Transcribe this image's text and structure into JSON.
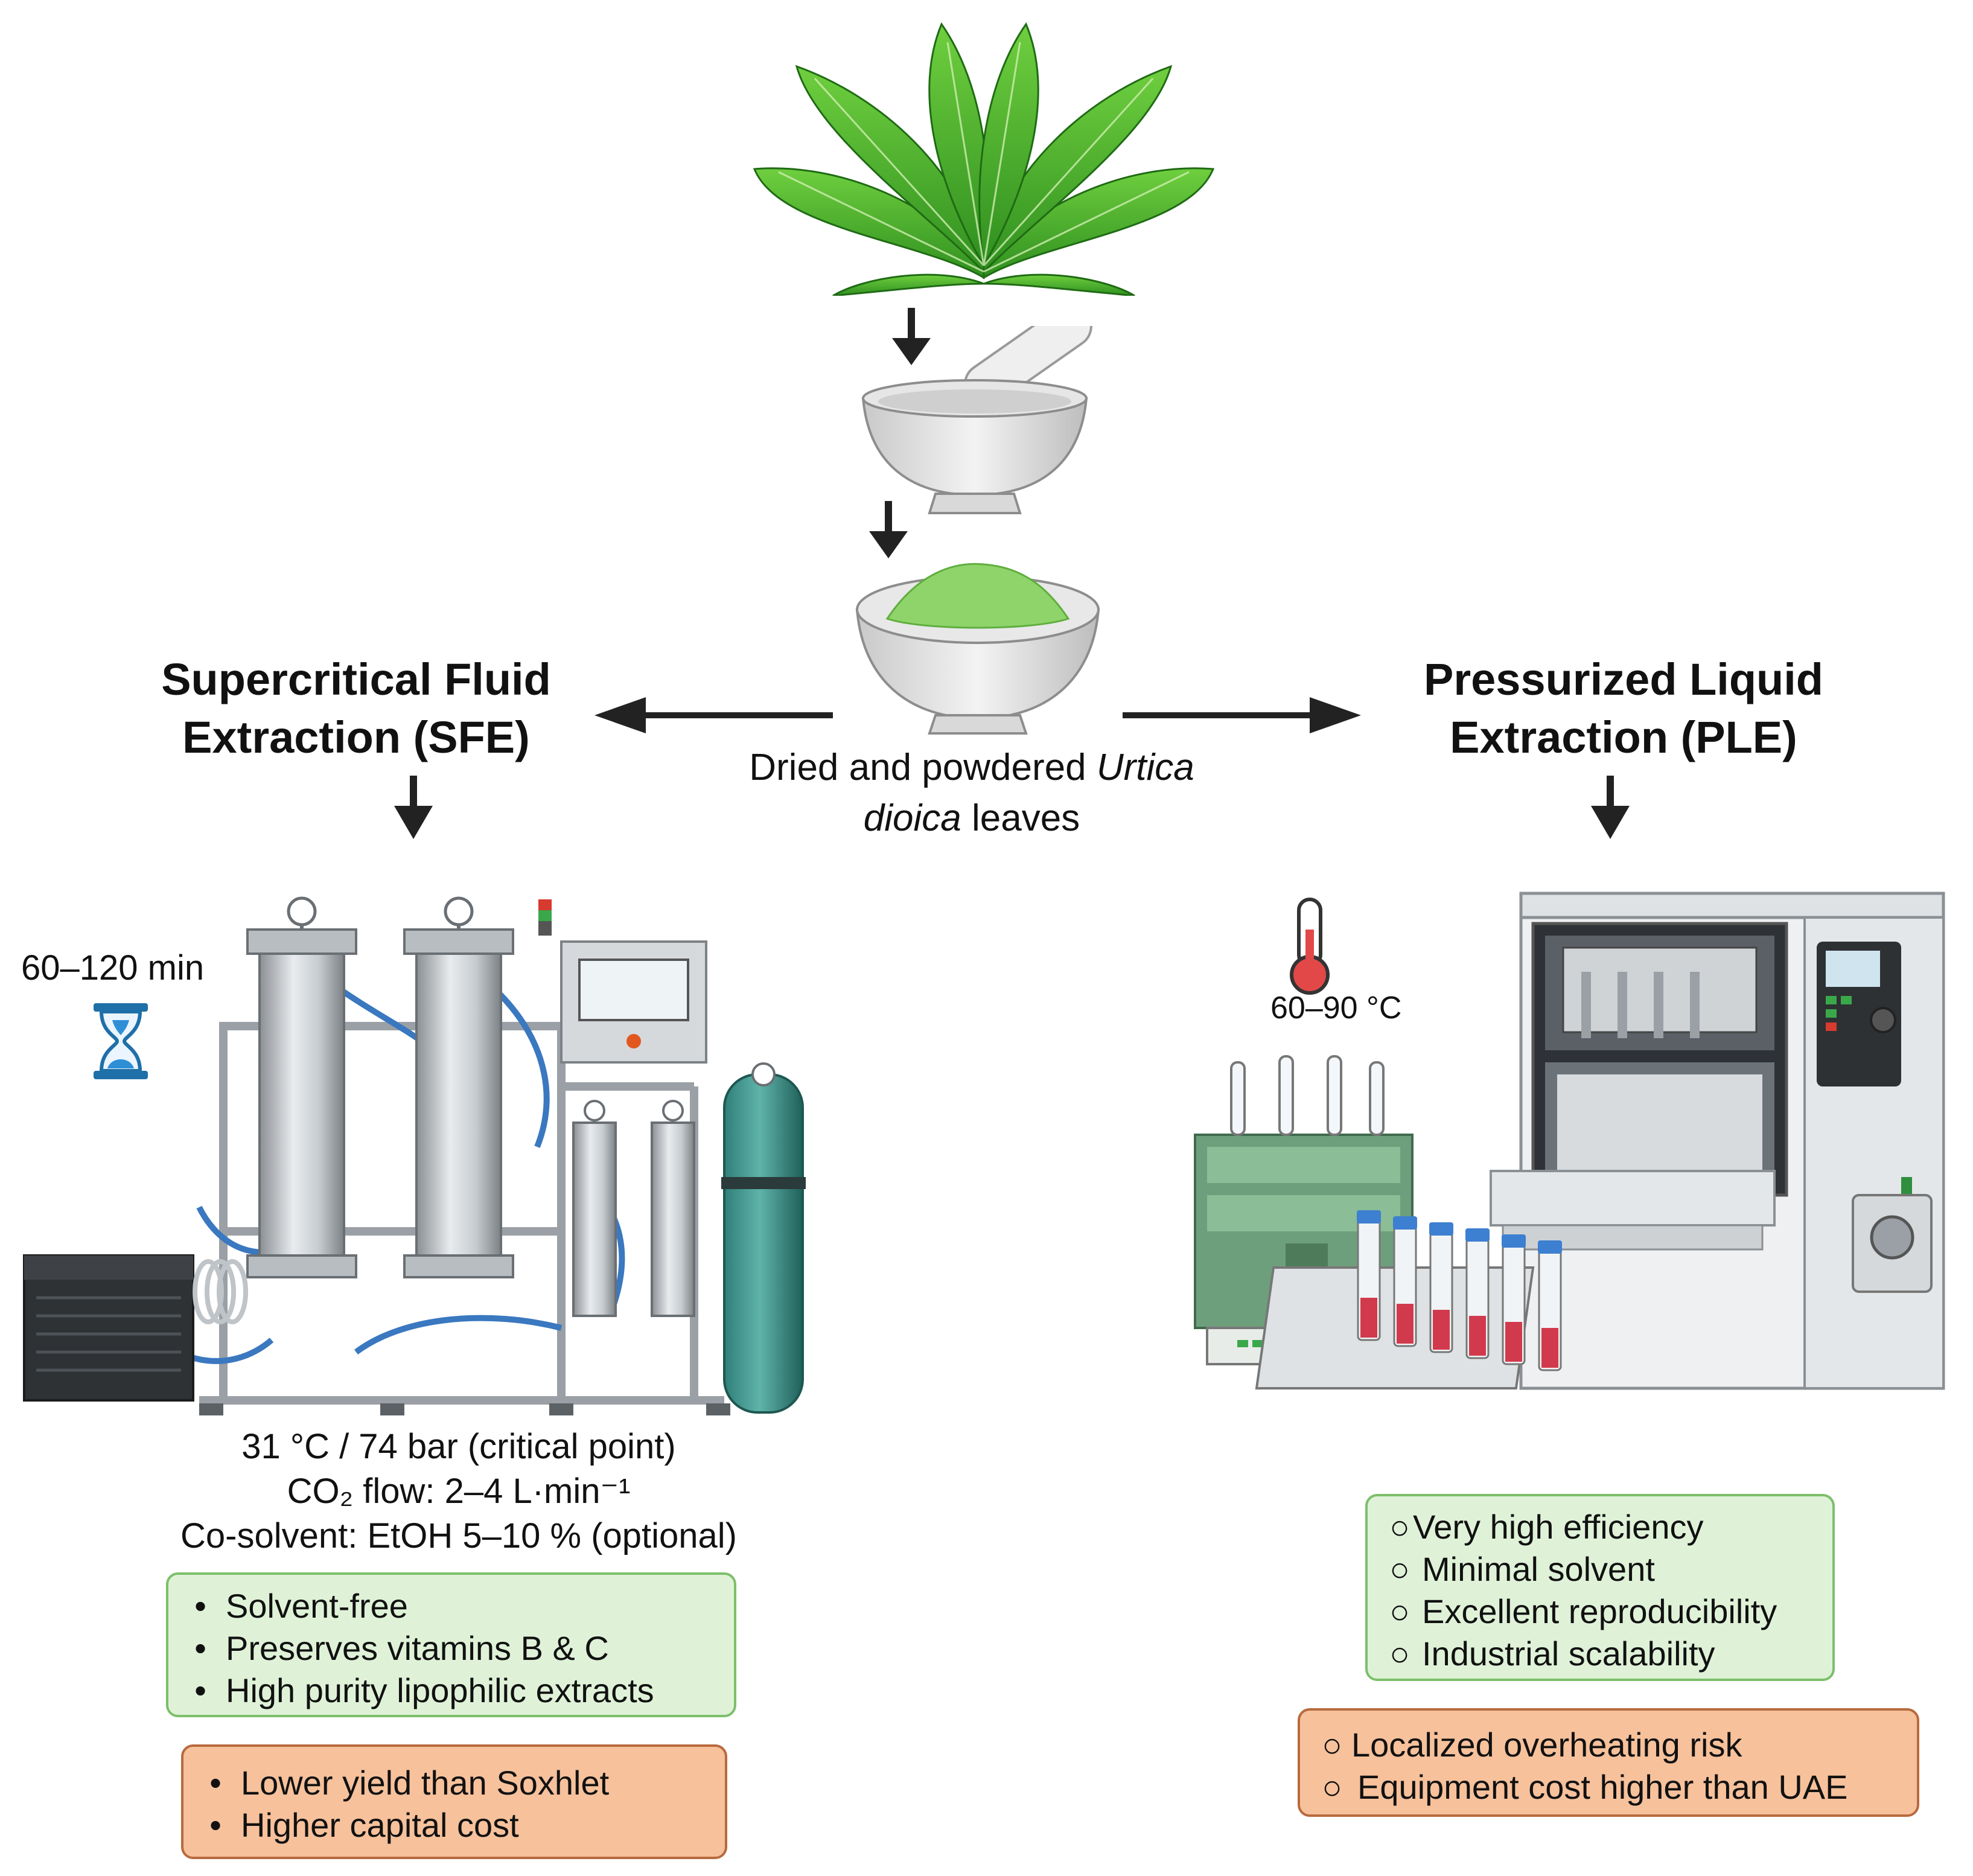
{
  "source_label": {
    "prefix": "Dried and powdered ",
    "italic1": "Urtica",
    "italic2": "dioica",
    "suffix": " leaves"
  },
  "left": {
    "title_line1": "Supercritical Fluid",
    "title_line2": "Extraction (SFE)",
    "time": "60–120 min",
    "params": [
      "31 °C / 74 bar (critical point)",
      "CO₂ flow: 2–4 L·min⁻¹",
      "Co-solvent: EtOH 5–10 % (optional)"
    ],
    "advantages": [
      "Solvent-free",
      "Preserves vitamins B & C",
      "High purity lipophilic extracts"
    ],
    "disadvantages": [
      "Lower yield than Soxhlet",
      "Higher capital cost"
    ]
  },
  "right": {
    "title_line1": "Pressurized Liquid",
    "title_line2": "Extraction (PLE)",
    "temperature": "60–90 °C",
    "advantages": [
      "Very high efficiency",
      "Minimal solvent",
      "Excellent reproducibility",
      "Industrial scalability"
    ],
    "disadvantages": [
      "Localized overheating risk",
      "Equipment cost higher than UAE"
    ]
  },
  "colors": {
    "advantage_fill": "#dff2d8",
    "advantage_border": "#7cbf6a",
    "disadvantage_fill": "#f6c19b",
    "disadvantage_border": "#b86a3e",
    "arrow": "#222222"
  },
  "icons": [
    "nettle-leaves-icon",
    "mortar-pestle-icon",
    "powder-bowl-icon",
    "hourglass-icon",
    "thermometer-icon",
    "sfe-system-icon",
    "ple-system-icon",
    "sample-tubes-icon"
  ]
}
